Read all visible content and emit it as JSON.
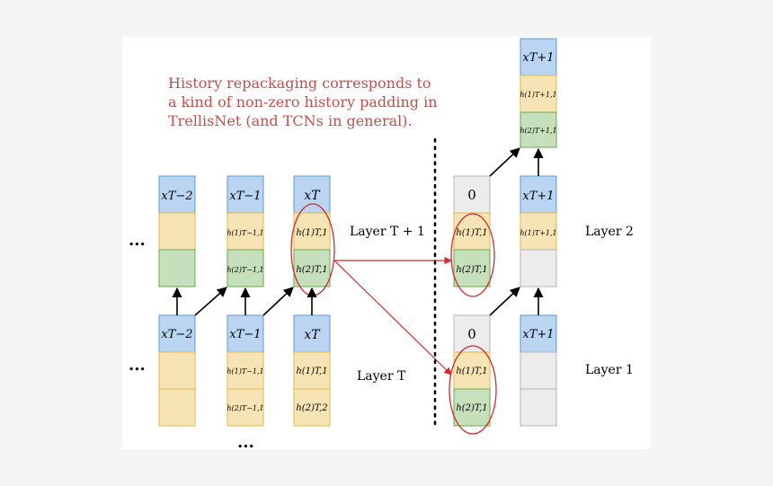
{
  "caption": [
    "History repackaging corresponds to",
    "a kind of non-zero history padding in",
    "TrellisNet (and TCNs in general)."
  ],
  "colors": {
    "x_fill": "#b9d5f2",
    "x_stroke": "#5b9bd5",
    "h1_fill": "#f6e4b5",
    "h1_stroke": "#e0b84a",
    "h2_fill": "#c6e0bb",
    "h2_stroke": "#6aa84f",
    "zero_fill": "#ececec",
    "zero_stroke": "#b5b5b5",
    "caption": "#c0504d",
    "highlight": "#d22b2b",
    "panel": "#ffffff",
    "background": "#f5f5f5"
  },
  "layer_labels": {
    "left_top": "Layer T + 1",
    "left_bottom": "Layer T",
    "right_top": "Layer 2",
    "right_bottom": "Layer 1"
  },
  "ellipsis": "...",
  "cells": {
    "top_left_1_x": "xT−2",
    "top_left_2_x": "xT−1",
    "top_left_2_h1": "h(1)T−1,1",
    "top_left_2_h2": "h(2)T−1,1",
    "top_left_3_x": "xT",
    "top_left_3_h1": "h(1)T,1",
    "top_left_3_h2": "h(2)T,1",
    "bot_left_1_x": "xT−2",
    "bot_left_2_x": "xT−1",
    "bot_left_2_h1": "h(1)T−1,1",
    "bot_left_2_h2": "h(2)T−1,1",
    "bot_left_3_x": "xT",
    "bot_left_3_h1": "h(1)T,1",
    "bot_left_3_h2": "h(2)T,2",
    "right_top_zero": "0",
    "right_top_h1": "h(1)T,1",
    "right_top_h2": "h(2)T,1",
    "right_bot_zero": "0",
    "right_bot_h1": "h(1)T,1",
    "right_bot_h2": "h(2)T,1",
    "out_mid_x": "xT+1",
    "out_mid_h1": "h(1)T+1,1",
    "out_top_x": "xT+1",
    "out_top_h1": "h(1)T+1,1",
    "out_top_h2": "h(2)T+1,1",
    "out_bot_x": "xT+1"
  }
}
